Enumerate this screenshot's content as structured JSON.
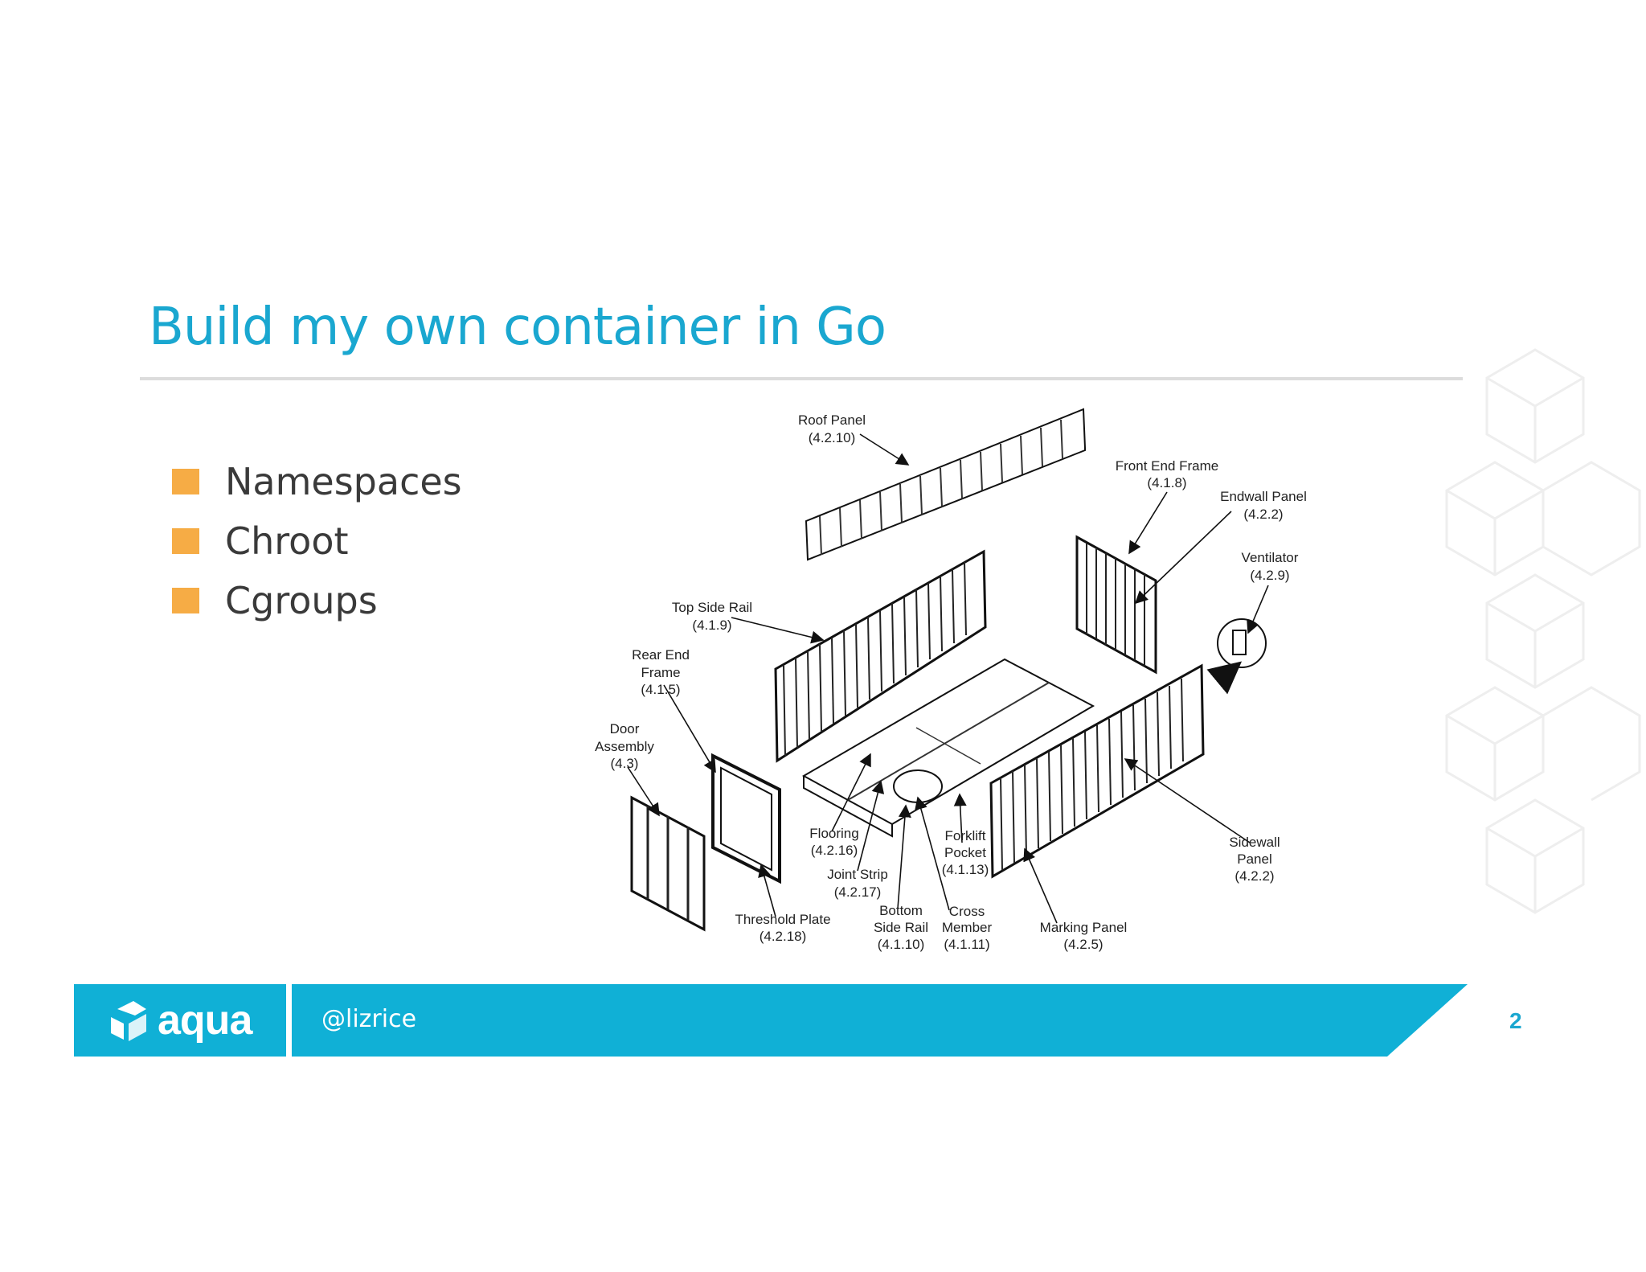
{
  "slide": {
    "title": "Build my own container in Go",
    "bullets": [
      "Namespaces",
      "Chroot",
      "Cgroups"
    ],
    "accent_color": "#1aa7d0",
    "bullet_color": "#f6ac45"
  },
  "diagram": {
    "labels": {
      "roof_panel": [
        "Roof Panel",
        "(4.2.10)"
      ],
      "front_end_frame": [
        "Front End Frame",
        "(4.1.8)"
      ],
      "endwall_panel": [
        "Endwall Panel",
        "(4.2.2)"
      ],
      "ventilator": [
        "Ventilator",
        "(4.2.9)"
      ],
      "top_side_rail": [
        "Top Side Rail",
        "(4.1.9)"
      ],
      "rear_end_frame": [
        "Rear End",
        "Frame",
        "(4.1.5)"
      ],
      "door_assembly": [
        "Door",
        "Assembly",
        "(4.3)"
      ],
      "flooring": [
        "Flooring",
        "(4.2.16)"
      ],
      "forklift_pocket": [
        "Forklift",
        "Pocket",
        "(4.1.13)"
      ],
      "joint_strip": [
        "Joint Strip",
        "(4.2.17)"
      ],
      "sidewall_panel": [
        "Sidewall",
        "Panel",
        "(4.2.2)"
      ],
      "threshold_plate": [
        "Threshold Plate",
        "(4.2.18)"
      ],
      "bottom_side_rail": [
        "Bottom",
        "Side Rail",
        "(4.1.10)"
      ],
      "cross_member": [
        "Cross",
        "Member",
        "(4.1.11)"
      ],
      "marking_panel": [
        "Marking Panel",
        "(4.2.5)"
      ]
    }
  },
  "footer": {
    "logo_text": "aqua",
    "handle": "@lizrice",
    "page_number": "2",
    "bar_color": "#10b0d6"
  }
}
